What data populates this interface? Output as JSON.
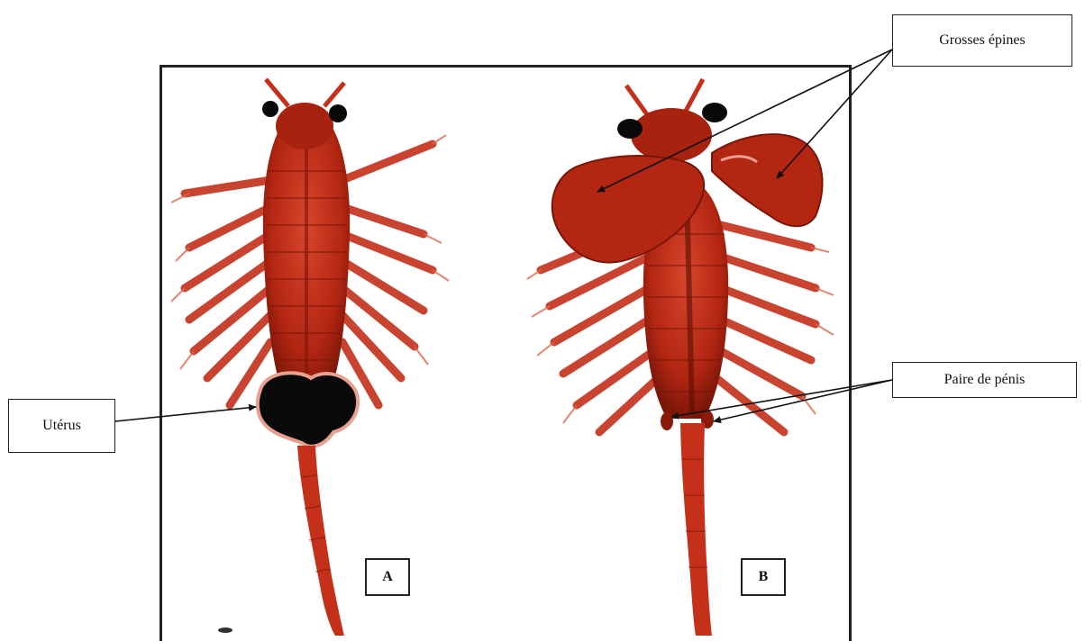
{
  "figure": {
    "labels": {
      "uterus": "Utérus",
      "spines": "Grosses épines",
      "penis": "Paire de pénis"
    },
    "panels": {
      "a": "A",
      "b": "B"
    }
  },
  "colors": {
    "body_dark": "#8b1a0a",
    "body_mid": "#c4301a",
    "body_light": "#e8705a",
    "eye": "#0a0a0a",
    "frame": "#222222"
  }
}
